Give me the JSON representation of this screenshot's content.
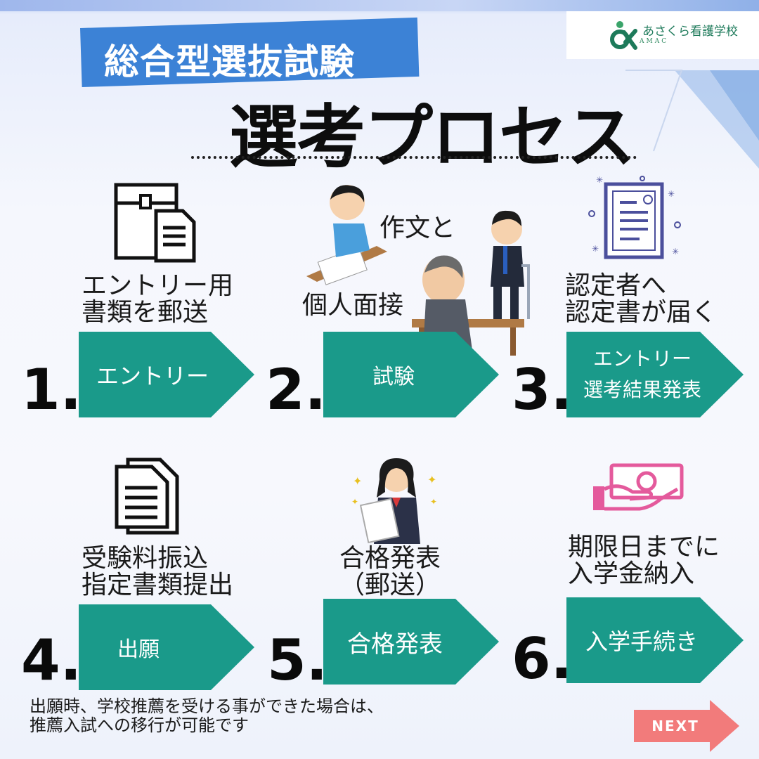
{
  "header": {
    "banner_text": "総合型選抜試験",
    "title": "選考プロセス"
  },
  "logo": {
    "name": "あさくら看護学校",
    "sub": "AMAC",
    "icon": "school-logo-icon",
    "color": "#1d7a5a"
  },
  "colors": {
    "banner": "#3c82d6",
    "arrow": "#1a9a8a",
    "next_button": "#f27b7b",
    "money_icon": "#e45a9c"
  },
  "steps": [
    {
      "number": "1.",
      "arrow_label": "エントリー",
      "caption": [
        "エントリー用",
        "書類を郵送"
      ],
      "icon": "envelope-document-icon"
    },
    {
      "number": "2.",
      "arrow_label": "試験",
      "caption": [
        "作文と",
        "個人面接"
      ],
      "icon": "exam-interview-illustration"
    },
    {
      "number": "3.",
      "arrow_label": [
        "エントリー",
        "選考結果発表"
      ],
      "caption": [
        "認定者へ",
        "認定書が届く"
      ],
      "icon": "certificate-icon"
    },
    {
      "number": "4.",
      "arrow_label": "出願",
      "caption": [
        "受験料振込",
        "指定書類提出"
      ],
      "icon": "documents-icon"
    },
    {
      "number": "5.",
      "arrow_label": "合格発表",
      "caption": [
        "合格発表",
        "（郵送）"
      ],
      "icon": "pass-announcement-illustration"
    },
    {
      "number": "6.",
      "arrow_label": "入学手続き",
      "caption": [
        "期限日までに",
        "入学金納入"
      ],
      "icon": "money-hand-icon"
    }
  ],
  "footer": {
    "note_line1": "出願時、学校推薦を受ける事ができた場合は、",
    "note_line2": "推薦入試への移行が可能です",
    "next_label": "NEXT"
  }
}
